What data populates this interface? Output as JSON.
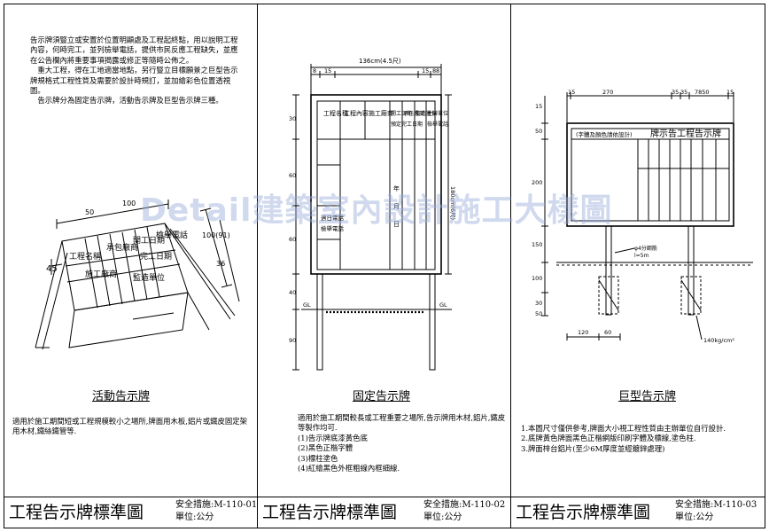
{
  "panels": [
    {
      "id": "mobile",
      "intro": "告示牌須豎立或安置於位置明顯處及工程起終點，用以說明工程內容，何時完工，並列檢舉電話，提供市民反應工程缺失，並應在公告欄內將重要事項揭露或修正等隨時公佈之。\n　重大工程，得在工地適當地點，另行豎立目標願景之巨型告示牌規格式工程性質及需要於設計時規訂，並加繪彩色位置透視圖。\n　告示牌分為固定告示牌，活動告示牌及巨型告示牌三種。",
      "caption": "活動告示牌",
      "desc": "適用於施工期間短或工程規模較小之場所,牌面用木板,鋁片或鐵皮固定架用木材,鐵絲鐵管等.",
      "title": "工程告示牌標準圖",
      "code": "安全措施:M-110-01",
      "unit": "單位:公分"
    },
    {
      "id": "fixed",
      "caption": "固定告示牌",
      "notes_head": "適用於施工期間較長或工程重要之場所,告示牌用木材,鋁片,鐵皮等製作均可.",
      "notes": [
        "(1)告示牌底漆黃色底",
        "(2)黑色正楷字體",
        "(3)標柱塗色",
        "(4)紅繪黑色外框粗線內框細線."
      ],
      "title": "工程告示牌標準圖",
      "code": "安全措施:M-110-02",
      "unit": "單位:公分"
    },
    {
      "id": "giant",
      "caption": "巨型告示牌",
      "notes": [
        "1.本圖尺寸僅供參考,牌面大小視工程性質由主辦單位自行設計.",
        "2.底牌黃色牌面黑色正楷網版印刷字體及標線,塗色柱.",
        "3.牌面梓台鋁片(至少6M厚度並經鍍鋅處理)"
      ],
      "title": "工程告示牌標準圖",
      "code": "安全措施:M-110-03",
      "unit": "單位:公分"
    }
  ],
  "watermark": "Detail建築室內設計施工大樣圖",
  "drawing_labels": {
    "mobile_cols": [
      "工程名稱",
      "施工廠商",
      "承包廠商",
      "開工日期",
      "完工日期",
      "監造單位",
      "檢舉電話"
    ],
    "mobile_dims": [
      "45",
      "50",
      "36",
      "100",
      "100(91)"
    ],
    "fixed_width": "136cm(4.5尺)",
    "fixed_tops": [
      "8",
      "15",
      "15",
      "8",
      "8"
    ],
    "fixed_side": [
      "30",
      "60",
      "60",
      "40",
      "90"
    ],
    "fixed_height": "180cm(6尺)",
    "fixed_cols": [
      "工程名稱",
      "工程內容",
      "施工廠商",
      "開工日期",
      "預定完工日期",
      "承包廠商",
      "監造單位",
      "主辦單位",
      "檢舉電話"
    ],
    "fixed_dates": [
      "年",
      "月",
      "日"
    ],
    "fixed_extra": [
      "週日電話",
      "檢舉電話"
    ],
    "gl": "GL",
    "giant_tops": [
      "15",
      "270",
      "35",
      "35",
      "7850",
      "15"
    ],
    "giant_header": "(字體及顏色請依設計)",
    "giant_title": "牌示告工程告示牌",
    "giant_side": [
      "15",
      "50",
      "200",
      "150",
      "100",
      "30",
      "50"
    ],
    "giant_pipe": "φ4分鋼筋",
    "giant_pipe2": "l=5m",
    "giant_bottom": [
      "120",
      "60"
    ],
    "giant_kg": "140kg/cm²"
  }
}
